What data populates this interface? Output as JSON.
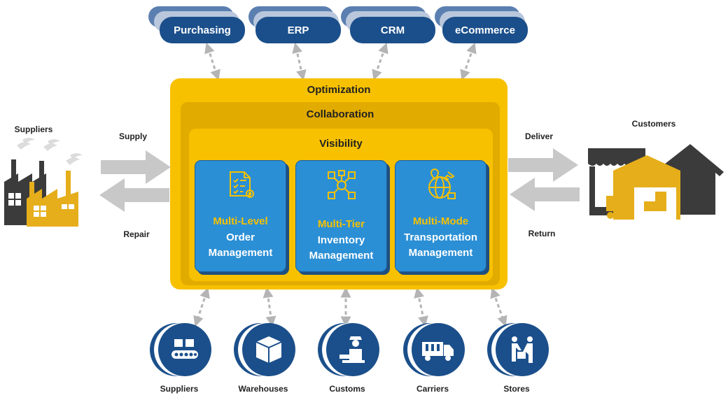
{
  "systems": [
    "Purchasing",
    "ERP",
    "CRM",
    "eCommerce"
  ],
  "layers": {
    "optimization": "Optimization",
    "collaboration": "Collaboration",
    "visibility": "Visibility"
  },
  "cards": [
    {
      "title": "Multi-Level",
      "line2": "Order",
      "line3": "Management"
    },
    {
      "title": "Multi-Tier",
      "line2": "Inventory",
      "line3": "Management"
    },
    {
      "title": "Multi-Mode",
      "line2": "Transportation",
      "line3": "Management"
    }
  ],
  "left": {
    "title": "Suppliers",
    "supply": "Supply",
    "repair": "Repair"
  },
  "right": {
    "title": "Customers",
    "deliver": "Deliver",
    "return": "Return"
  },
  "partners": [
    "Suppliers",
    "Warehouses",
    "Customs",
    "Carriers",
    "Stores"
  ],
  "colors": {
    "navy": "#1b4f8b",
    "yellow": "#f7c100",
    "card_blue": "#2b8fd5",
    "arrow_gray": "#c8c8c8"
  }
}
